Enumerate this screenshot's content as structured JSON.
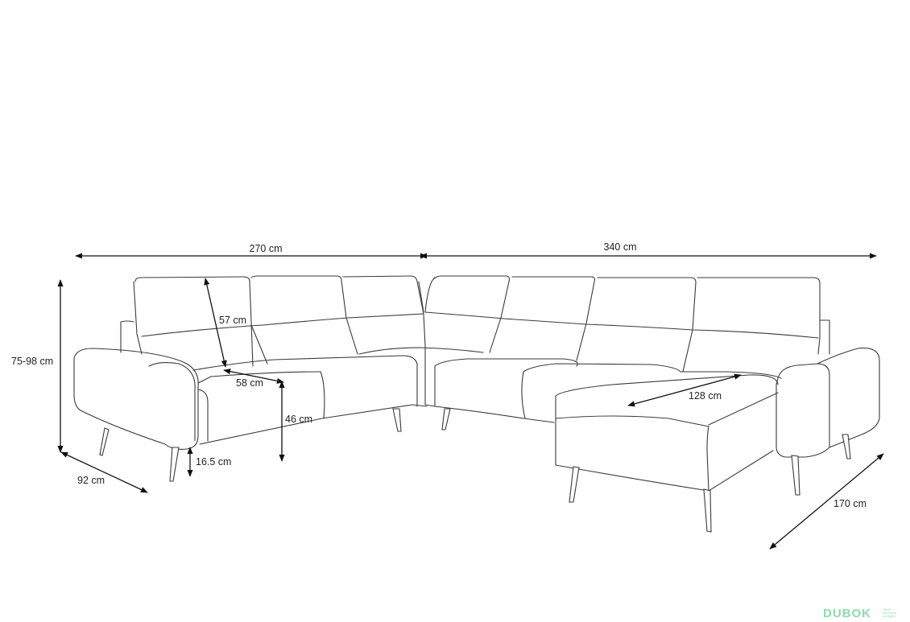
{
  "dimensions": {
    "width_left": "270 cm",
    "width_right": "340 cm",
    "height": "75-98 cm",
    "backrest_height": "57 cm",
    "seat_depth": "58 cm",
    "seat_height": "46 cm",
    "leg_height": "16.5 cm",
    "depth": "92 cm",
    "chaise_width": "128 cm",
    "chaise_length": "170 cm"
  },
  "logo": {
    "name": "DUBOK",
    "tagline_1": "ТВОЯ",
    "tagline_2": "МЕБЛЕВА",
    "tagline_3": "ЗАГАДКА"
  }
}
